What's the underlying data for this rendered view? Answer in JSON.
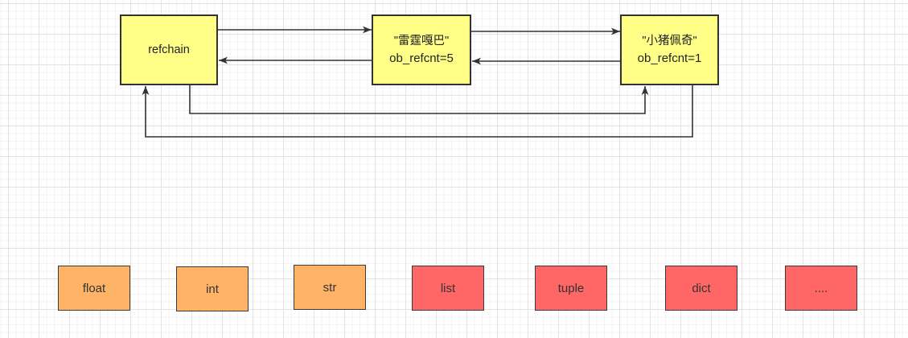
{
  "nodes": {
    "refchain": {
      "label": "refchain",
      "fill": "#ffff88"
    },
    "leiting": {
      "name": "\"雷霆嘎巴\"",
      "refcnt": "ob_refcnt=5",
      "fill": "#ffff88"
    },
    "peppa": {
      "name": "\"小猪佩奇\"",
      "refcnt": "ob_refcnt=1",
      "fill": "#ffff88"
    }
  },
  "types": [
    {
      "label": "float",
      "fill": "#ffb366"
    },
    {
      "label": "int",
      "fill": "#ffb366"
    },
    {
      "label": "str",
      "fill": "#ffb366"
    },
    {
      "label": "list",
      "fill": "#ff6666"
    },
    {
      "label": "tuple",
      "fill": "#ff6666"
    },
    {
      "label": "dict",
      "fill": "#ff6666"
    },
    {
      "label": "....",
      "fill": "#ff6666"
    }
  ],
  "colors": {
    "stroke": "#333333"
  }
}
